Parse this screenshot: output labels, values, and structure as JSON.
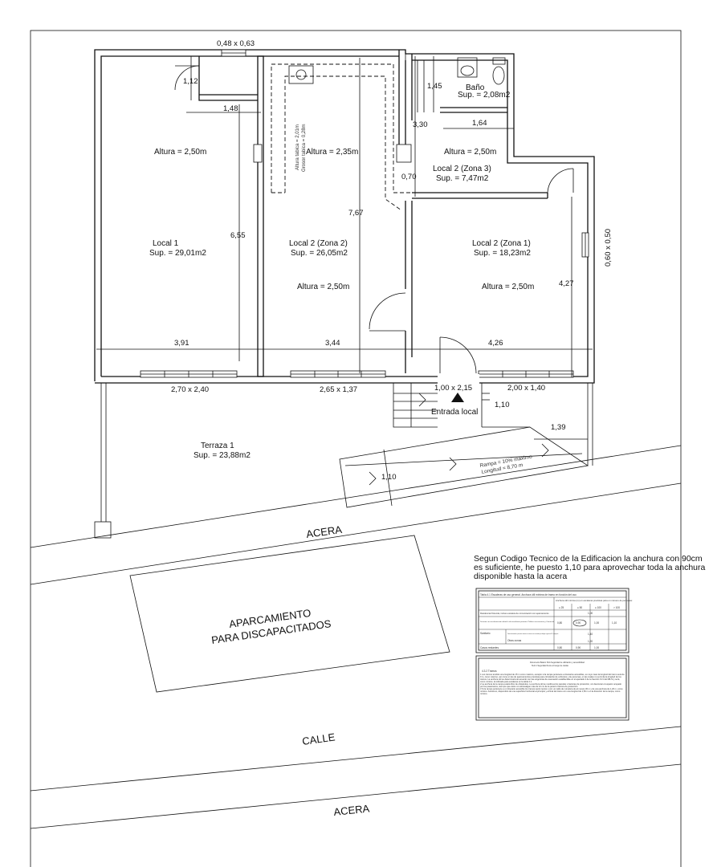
{
  "rooms": {
    "local1": {
      "name": "Local 1",
      "area": "Sup. = 29,01m2",
      "height": "Altura = 2,50m"
    },
    "zone2": {
      "name": "Local 2 (Zona 2)",
      "area": "Sup. = 26,05m2",
      "height_top": "Altura = 2,35m",
      "height_bottom": "Altura = 2,50m"
    },
    "zone3": {
      "name": "Local 2 (Zona 3)",
      "area": "Sup. = 7,47m2",
      "height": "Altura = 2,50m"
    },
    "zone1": {
      "name": "Local 2 (Zona 1)",
      "area": "Sup. = 18,23m2",
      "height": "Altura = 2,50m"
    },
    "bano": {
      "name": "Baño",
      "area": "Sup. = 2,08m2"
    },
    "terraza": {
      "name": "Terraza 1",
      "area": "Sup. = 23,88m2"
    }
  },
  "dimensions": {
    "top_window": "0,48 x 0,63",
    "d_112": "1,12",
    "d_148": "1,48",
    "d_655": "6,55",
    "d_391": "3,91",
    "d_344": "3,44",
    "d_426": "4,26",
    "d_767": "7,67",
    "d_145": "1,45",
    "d_330": "3,30",
    "d_164": "1,64",
    "d_070": "0,70",
    "d_427": "4,27",
    "side_window": "0,60 x 0,50",
    "win1": "2,70 x 2,40",
    "win2": "2,65 x 1,37",
    "door": "1,00 x 2,15",
    "win3": "2,00 x 1,40",
    "d_110a": "1,10",
    "d_139": "1,39",
    "d_110b": "1,10"
  },
  "labels": {
    "entrance": "Entrada local",
    "ramp_line1": "Rampa = 10% máximo",
    "ramp_line2": "Longitud = 8,70 m",
    "duct_line1": "Altura tabica = 2,01m",
    "duct_line2": "Grosor tabica = 0,28m",
    "acera_top": "ACERA",
    "parking_line1": "APARCAMIENTO",
    "parking_line2": "PARA DISCAPACITADOS",
    "calle": "CALLE",
    "acera_bottom": "ACERA"
  },
  "note": {
    "line1": "Segun Codigo Tecnico de la Edificacion la anchura con 90cm",
    "line2": "es suficiente, he puesto 1,10 para aprovechar toda la anchura",
    "line3": "disponible hasta la acera"
  },
  "table_box": {
    "title": "Tabla 4.1 Escaleras de uso general. Anchura útil mínima de tramo en función del uso",
    "col_head": "Anchura útil mínima (m) en escaleras previstas para un número de personas:",
    "c1": "≤ 25",
    "c2": "≤ 50",
    "c3": "≤ 100",
    "c4": "> 100",
    "row1": "Residencial Vivienda, incluso escalera de comunicación con aparcamiento",
    "row1_val": "1,00",
    "row2": "Docente con escolarización infantil o de enseñanza primaria. Pública concurrencia y Comercial",
    "row2_v1": "0,80",
    "row2_v2": "0,90",
    "row2_v3": "1,00",
    "row2_v4": "1,10",
    "row3": "Sanitario",
    "row3_a": "Zonas destinadas a pacientes internos o externos con recorridos que obligan a giros de 90° o mayores",
    "row3_a_val": "1,40",
    "row3_b": "Otras zonas",
    "row3_b_val": "1,20",
    "row4": "Casos restantes",
    "row4_v1": "0,80",
    "row4_v2": "0,90",
    "row4_v3": "1,00"
  },
  "text_box": {
    "hdr1": "Documento Básico SUA Seguridad de utilización y accesibilidad",
    "hdr2": "SUA 1 Seguridad frente al riesgo de caídas",
    "section": "4.3.2 Tramos",
    "p1": "1 Los tramos tendrán una longitud de 15 m como máximo, excepto si la rampa pertenece a itinerarios accesibles, en cuyo caso la longitud del tramo será de 9 m, como máximo, así como en las de aparcamientos previstas para circulación de vehículos y de personas, en las cuales no se limita la longitud de los tramos. La anchura útil se determinará de acuerdo con las exigencias de evacuación establecidas en el apartado 4 de la Sección SI 3 del DB-SI y será, como mínimo, la indicada para escaleras en la tabla 4.1.",
    "p2": "2 La anchura de la rampa estará libre de obstáculos. La anchura útil se medirá entre paredes o barreras de protección, sin descontar el espacio ocupado por los pasamanos, siempre que éstos no sobresalgan más de 12 cm de la pared o barrera de protección.",
    "p3": "3 Si la rampa pertenece a un itinerario accesible los tramos serán rectos o con un radio de curvatura de al menos 30 m y de una anchura de 1,20 m, como mínimo. Asimismo, dispondrán de una superficie horizontal al principio y al final del tramo con una longitud de 1,50 m en la dirección de la rampa, como mínimo."
  }
}
